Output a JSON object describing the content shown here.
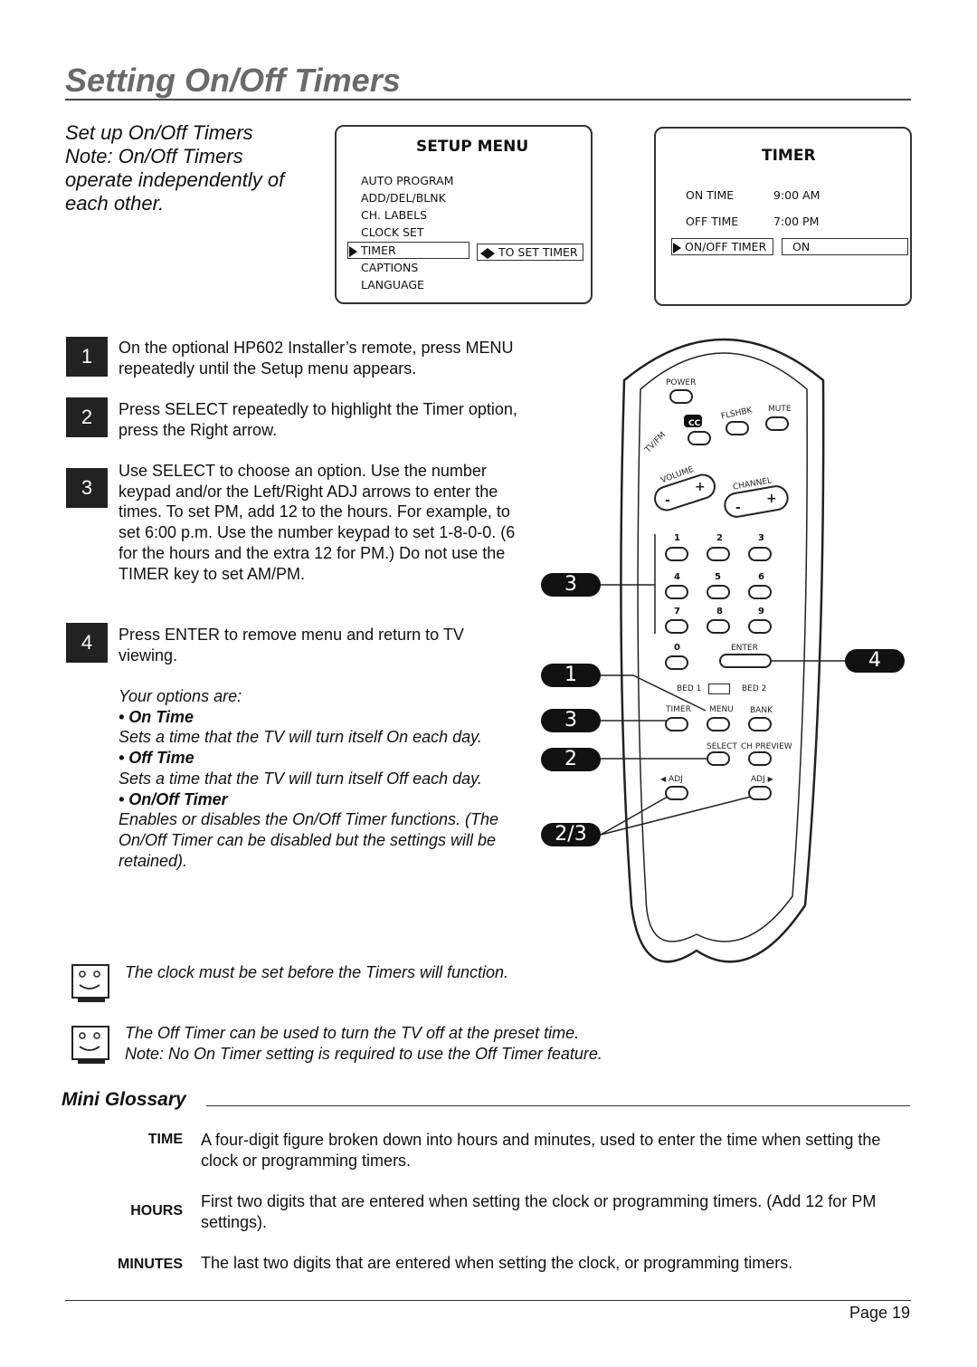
{
  "title": "Setting On/Off Timers",
  "intro": [
    "Set up On/Off Timers",
    "Note: On/Off Timers",
    "operate independently of",
    "each other."
  ],
  "setup_menu": {
    "heading": "SETUP MENU",
    "items": [
      "AUTO PROGRAM",
      "ADD/DEL/BLNK",
      "CH. LABELS",
      "CLOCK SET",
      "TIMER",
      "CAPTIONS",
      "LANGUAGE"
    ],
    "hint": "TO SET TIMER"
  },
  "timer_menu": {
    "heading": "TIMER",
    "on_time_label": "ON TIME",
    "on_time_value": "9:00 AM",
    "off_time_label": "OFF TIME",
    "off_time_value": "7:00 PM",
    "onoff_label": "ON/OFF TIMER",
    "onoff_value": "ON"
  },
  "steps": [
    {
      "num": "1",
      "text": "On the optional HP602 Installer’s remote, press MENU repeatedly until the Setup menu appears."
    },
    {
      "num": "2",
      "text": "Press SELECT repeatedly to highlight the Timer option, press the Right arrow."
    },
    {
      "num": "3",
      "text": "Use SELECT to choose an option. Use the number keypad and/or the Left/Right ADJ arrows to enter the times. To set PM, add 12 to the hours. For example, to set 6:00 p.m. Use the number keypad to set 1-8-0-0. (6 for the hours and the extra 12 for PM.) Do not use the TIMER key to set AM/PM."
    },
    {
      "num": "4",
      "text": "Press ENTER to remove menu and return to TV viewing."
    }
  ],
  "options": {
    "intro": "Your options are:",
    "items": [
      {
        "name": "• On Time",
        "desc": "Sets a time that the TV will turn itself On each day."
      },
      {
        "name": "• Off Time",
        "desc": "Sets a time that the TV will turn itself Off each day."
      },
      {
        "name": "• On/Off Timer",
        "desc": "Enables or disables the On/Off Timer functions. (The On/Off Timer can be disabled but the settings will be retained)."
      }
    ]
  },
  "remote": {
    "power": "POWER",
    "flshbk": "FLSHBK",
    "mute": "MUTE",
    "tvfm": "TV/FM",
    "cc": "CC",
    "volume": "VOLUME",
    "channel": "CHANNEL",
    "minus": "-",
    "plus": "+",
    "digits": [
      "1",
      "2",
      "3",
      "4",
      "5",
      "6",
      "7",
      "8",
      "9",
      "0"
    ],
    "enter": "ENTER",
    "bed1": "BED 1",
    "bed2": "BED 2",
    "timer": "TIMER",
    "menu": "MENU",
    "bank": "BANK",
    "select": "SELECT",
    "ch_preview": "CH PREVIEW",
    "adj_left": "ADJ",
    "adj_right": "ADJ"
  },
  "callouts": [
    "3",
    "1",
    "3",
    "2",
    "2/3",
    "4"
  ],
  "tips": [
    "The clock must be set before the Timers will function.",
    "The Off Timer can be used to turn the TV off at the preset time.",
    "Note: No On Timer setting is required to use the Off Timer feature."
  ],
  "glossary": {
    "title": "Mini Glossary",
    "entries": [
      {
        "term": "TIME",
        "def": "A four-digit figure broken down into hours and minutes, used to enter the time when setting the clock or programming timers."
      },
      {
        "term": "HOURS",
        "def": "First two digits that are entered when setting the clock or programming timers. (Add 12 for PM settings)."
      },
      {
        "term": "MINUTES",
        "def": "The last two digits that are entered when setting the clock, or programming timers."
      }
    ]
  },
  "page": "Page 19"
}
